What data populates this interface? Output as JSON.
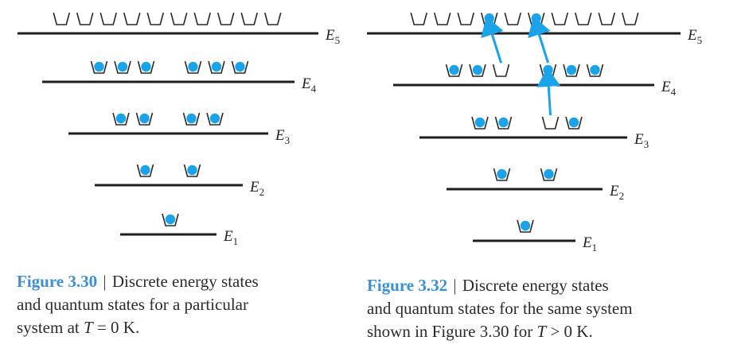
{
  "colors": {
    "electron": "#1aa3e8",
    "arrow": "#1aa3e8",
    "line": "#1e1e1e",
    "caption_accent": "#3b8fd6"
  },
  "left_diagram": {
    "levels": [
      {
        "label": "E",
        "sub": "5",
        "states": [
          0,
          0,
          0,
          0,
          0,
          0,
          0,
          0,
          0,
          0
        ]
      },
      {
        "label": "E",
        "sub": "4",
        "states": [
          1,
          1,
          1,
          null,
          1,
          1,
          1
        ]
      },
      {
        "label": "E",
        "sub": "3",
        "states": [
          1,
          1,
          null,
          1,
          1
        ]
      },
      {
        "label": "E",
        "sub": "2",
        "states": [
          1,
          null,
          1
        ]
      },
      {
        "label": "E",
        "sub": "1",
        "states": [
          1
        ]
      }
    ]
  },
  "right_diagram": {
    "levels": [
      {
        "label": "E",
        "sub": "5",
        "states": [
          0,
          0,
          0,
          1,
          0,
          1,
          0,
          0,
          0,
          0
        ]
      },
      {
        "label": "E",
        "sub": "4",
        "states": [
          1,
          1,
          0,
          null,
          1,
          1,
          1
        ]
      },
      {
        "label": "E",
        "sub": "3",
        "states": [
          1,
          1,
          null,
          0,
          1
        ]
      },
      {
        "label": "E",
        "sub": "2",
        "states": [
          1,
          null,
          1
        ]
      },
      {
        "label": "E",
        "sub": "1",
        "states": [
          1
        ]
      }
    ],
    "transitions": [
      {
        "from_level": 1,
        "from_state": 2,
        "to_level": 0,
        "to_state": 3
      },
      {
        "from_level": 1,
        "from_state": 4,
        "to_level": 0,
        "to_state": 5
      },
      {
        "from_level": 2,
        "from_state": 3,
        "to_level": 1,
        "to_state": 4
      }
    ]
  },
  "caption_left": {
    "figure": "Figure 3.30",
    "separator": "|",
    "line1": "Discrete energy states",
    "line2": "and quantum states for a particular",
    "line3_pre": "system at ",
    "var": "T",
    "line3_post": " = 0 K."
  },
  "caption_right": {
    "figure": "Figure 3.32",
    "separator": "|",
    "line1": "Discrete energy states",
    "line2": "and quantum states for the same system",
    "line3_pre": "shown in Figure 3.30 for ",
    "var": "T",
    "line3_post": " > 0 K."
  }
}
